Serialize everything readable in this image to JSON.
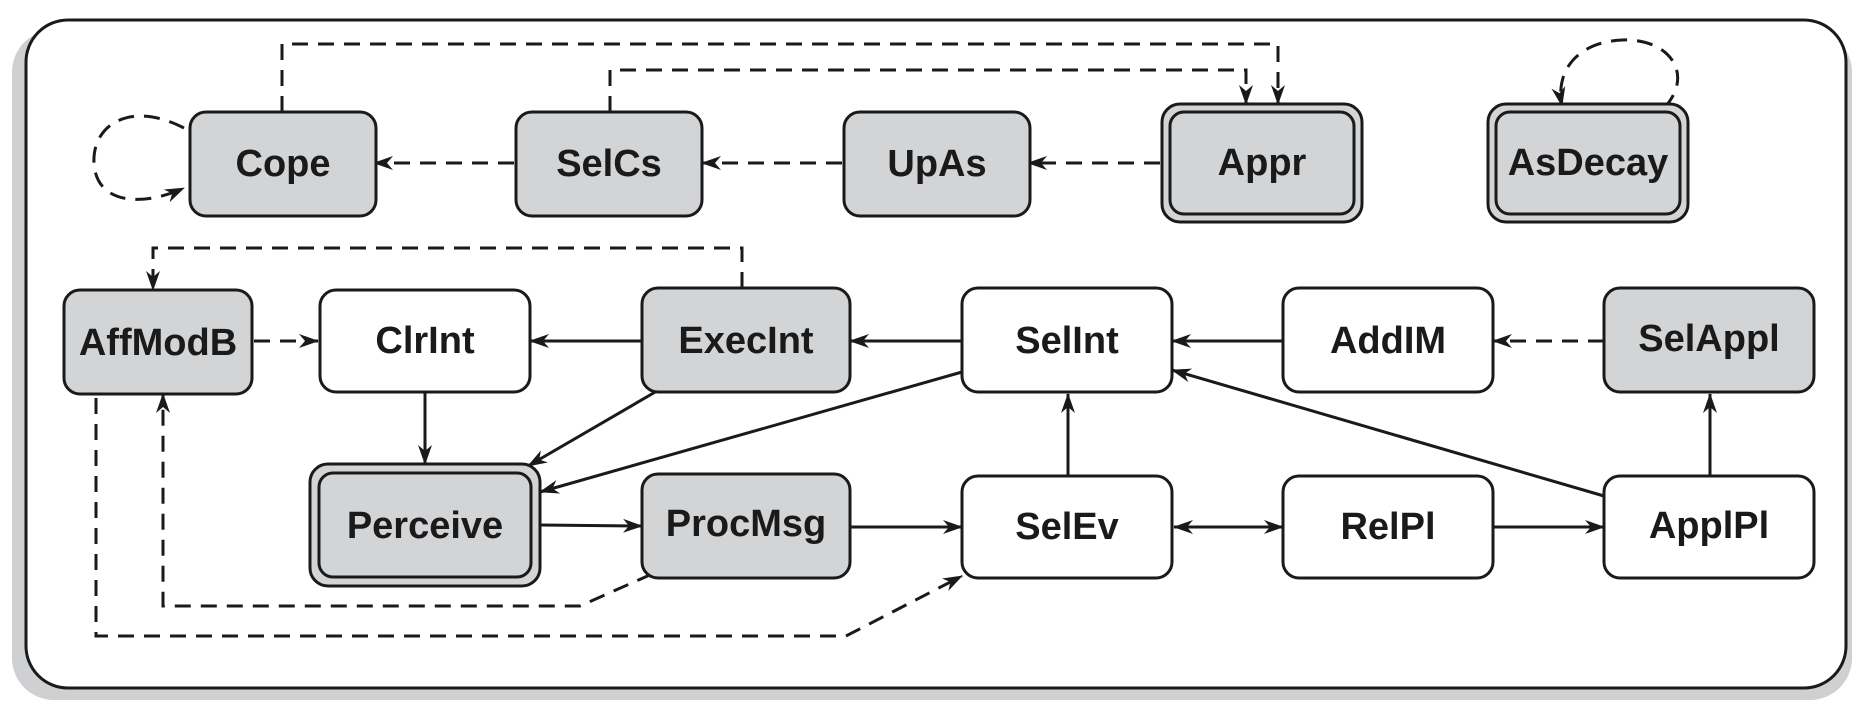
{
  "nodes": {
    "cope": "Cope",
    "selcs": "SelCs",
    "upas": "UpAs",
    "appr": "Appr",
    "asdecay": "AsDecay",
    "affmodb": "AffModB",
    "clrint": "ClrInt",
    "execint": "ExecInt",
    "selint": "SelInt",
    "addim": "AddIM",
    "selappl": "SelAppl",
    "perceive": "Perceive",
    "procmsg": "ProcMsg",
    "selev": "SelEv",
    "relpl": "RelPl",
    "applpl": "ApplPl"
  },
  "colors": {
    "gray_fill": "#d3d4d6",
    "white_fill": "#ffffff",
    "stroke": "#1a1a1a",
    "frame_shadow": "#cfd0d2"
  },
  "edges": [
    {
      "from": "selcs",
      "to": "cope",
      "style": "dashed"
    },
    {
      "from": "upas",
      "to": "selcs",
      "style": "dashed"
    },
    {
      "from": "appr",
      "to": "upas",
      "style": "dashed"
    },
    {
      "from": "cope",
      "to": "appr",
      "style": "dashed"
    },
    {
      "from": "selcs",
      "to": "appr",
      "style": "dashed"
    },
    {
      "from": "cope",
      "to": "cope",
      "style": "dashed"
    },
    {
      "from": "asdecay",
      "to": "asdecay",
      "style": "dashed"
    },
    {
      "from": "execint",
      "to": "affmodb",
      "style": "dashed"
    },
    {
      "from": "affmodb",
      "to": "clrint",
      "style": "dashed"
    },
    {
      "from": "execint",
      "to": "clrint",
      "style": "solid"
    },
    {
      "from": "selint",
      "to": "execint",
      "style": "solid"
    },
    {
      "from": "addim",
      "to": "selint",
      "style": "solid"
    },
    {
      "from": "selappl",
      "to": "addim",
      "style": "dashed"
    },
    {
      "from": "clrint",
      "to": "perceive",
      "style": "solid"
    },
    {
      "from": "execint",
      "to": "perceive",
      "style": "solid"
    },
    {
      "from": "selint",
      "to": "perceive",
      "style": "solid"
    },
    {
      "from": "perceive",
      "to": "procmsg",
      "style": "solid"
    },
    {
      "from": "procmsg",
      "to": "selev",
      "style": "solid"
    },
    {
      "from": "selev",
      "to": "selint",
      "style": "solid"
    },
    {
      "from": "selev",
      "to": "relpl",
      "style": "solid-bidirectional"
    },
    {
      "from": "relpl",
      "to": "applpl",
      "style": "solid"
    },
    {
      "from": "applpl",
      "to": "selappl",
      "style": "solid"
    },
    {
      "from": "applpl",
      "to": "selint",
      "style": "solid"
    },
    {
      "from": "procmsg",
      "to": "affmodb",
      "style": "dashed"
    },
    {
      "from": "affmodb",
      "to": "selev",
      "style": "dashed"
    }
  ]
}
